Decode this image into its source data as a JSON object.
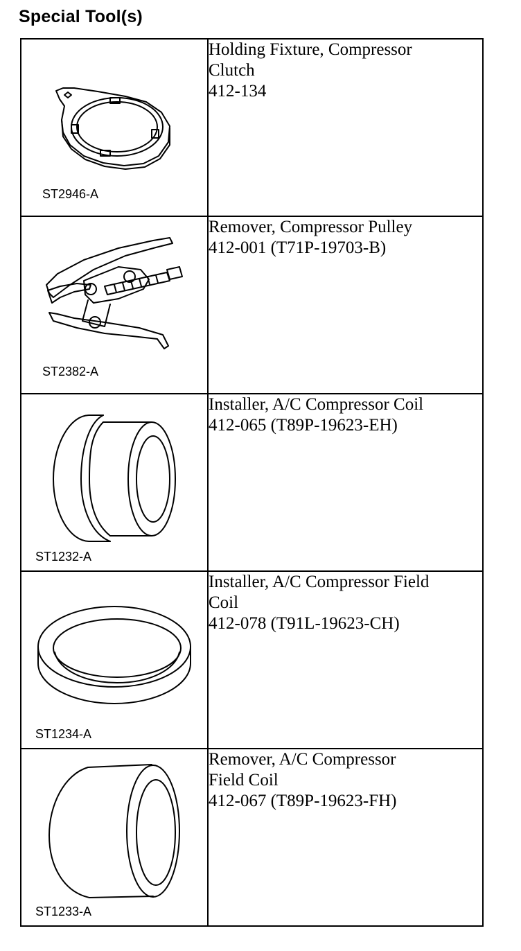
{
  "heading": "Special Tool(s)",
  "tools": [
    {
      "illustration": "compressor-clutch-holding-fixture",
      "code": "ST2946-A",
      "description_lines": [
        "Holding Fixture, Compressor",
        "Clutch",
        "412-134"
      ]
    },
    {
      "illustration": "compressor-pulley-remover",
      "code": "ST2382-A",
      "description_lines": [
        "Remover, Compressor Pulley",
        "412-001 (T71P-19703-B)"
      ]
    },
    {
      "illustration": "ac-compressor-coil-installer",
      "code": "ST1232-A",
      "description_lines": [
        "Installer, A/C Compressor Coil",
        "412-065 (T89P-19623-EH)"
      ]
    },
    {
      "illustration": "field-coil-installer-ring",
      "code": "ST1234-A",
      "description_lines": [
        "Installer, A/C Compressor Field",
        "Coil",
        "412-078 (T91L-19623-CH)"
      ]
    },
    {
      "illustration": "field-coil-remover-sleeve",
      "code": "ST1233-A",
      "description_lines": [
        "Remover, A/C Compressor",
        "Field Coil",
        "412-067 (T89P-19623-FH)"
      ]
    }
  ]
}
